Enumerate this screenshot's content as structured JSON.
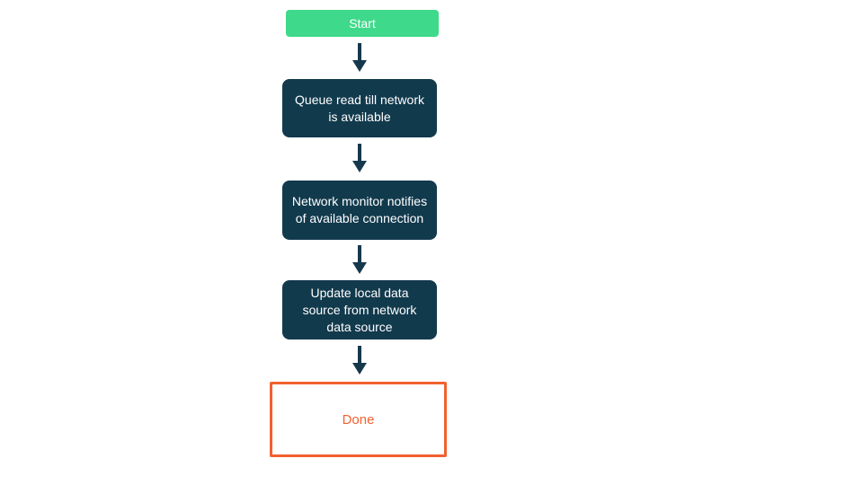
{
  "diagram": {
    "type": "flowchart",
    "direction": "top-down",
    "nodes": [
      {
        "id": "start",
        "type": "start",
        "label": "Start"
      },
      {
        "id": "queue",
        "type": "process",
        "label": "Queue read till network is available"
      },
      {
        "id": "monitor",
        "type": "process",
        "label": "Network monitor notifies of available connection"
      },
      {
        "id": "update",
        "type": "process",
        "label": "Update local data source from network data source"
      },
      {
        "id": "done",
        "type": "terminal",
        "label": "Done"
      }
    ],
    "edges": [
      {
        "from": "start",
        "to": "queue"
      },
      {
        "from": "queue",
        "to": "monitor"
      },
      {
        "from": "monitor",
        "to": "update"
      },
      {
        "from": "update",
        "to": "done"
      }
    ],
    "colors": {
      "start_bg": "#3ED98A",
      "process_bg": "#123A4D",
      "node_text": "#FFFFFF",
      "arrow": "#16384C",
      "done_border": "#F2612F",
      "done_text": "#F2612F",
      "background": "#FFFFFF"
    }
  }
}
